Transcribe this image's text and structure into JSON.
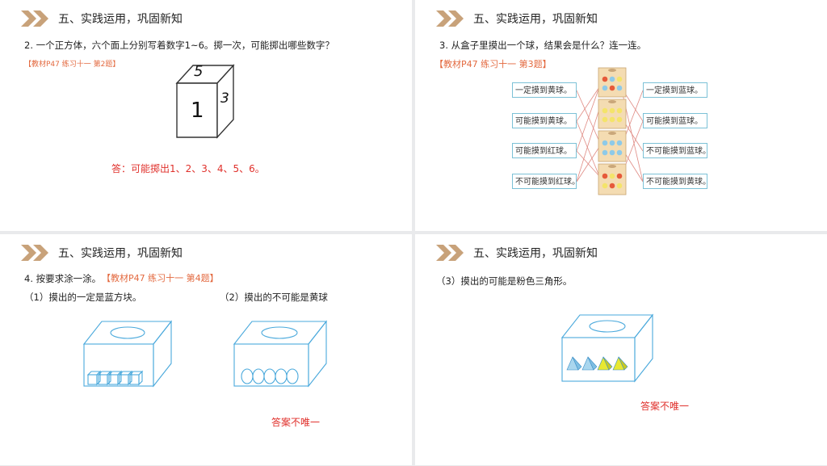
{
  "slides": [
    {
      "section_title": "五、实践运用，巩固新知",
      "question": "2. 一个正方体，六个面上分别写着数字1~6。掷一次，可能掷出哪些数字？",
      "reference": "【教材P47 练习十一 第2题】",
      "cube_faces": {
        "top": "5",
        "front": "1",
        "side": "3"
      },
      "answer": "答：可能掷出1、2、3、4、5、6。"
    },
    {
      "section_title": "五、实践运用，巩固新知",
      "question": "3. 从盒子里摸出一个球，结果会是什么？连一连。",
      "reference": "【教材P47 练习十一 第3题】",
      "left_labels": [
        "一定摸到黄球。",
        "可能摸到黄球。",
        "可能摸到红球。",
        "不可能摸到红球。"
      ],
      "right_labels": [
        "一定摸到蓝球。",
        "可能摸到蓝球。",
        "不可能摸到蓝球。",
        "不可能摸到黄球。"
      ]
    },
    {
      "section_title": "五、实践运用，巩固新知",
      "question": "4. 按要求涂一涂。",
      "reference": "【教材P47  练习十一  第4题】",
      "part1": "（1）摸出的一定是蓝方块。",
      "part2": "（2）摸出的不可能是黄球",
      "answer": "答案不唯一"
    },
    {
      "section_title": "五、实践运用，巩固新知",
      "question": "（3）摸出的可能是粉色三角形。",
      "answer": "答案不唯一"
    }
  ],
  "colors": {
    "chevron": "#c8a27a",
    "reference": "#e3693f",
    "answer": "#e0312c",
    "box_line": "#4aa9dc",
    "ball_blue": "#8ecae8",
    "ball_yellow": "#f4e46a",
    "ball_red": "#e65a3a",
    "triangle_blue": "#a9d6ee",
    "triangle_yellow": "#e8e832"
  },
  "icons": [
    "chevron-double-icon"
  ]
}
